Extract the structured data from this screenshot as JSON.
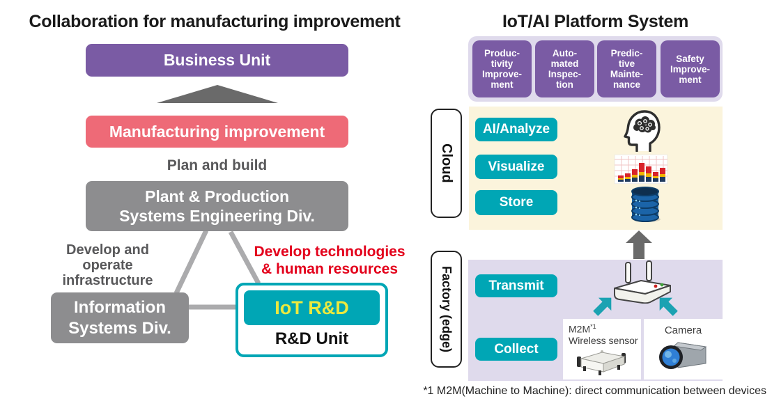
{
  "colors": {
    "purple": "#7A5BA4",
    "lavender": "#DFDAEC",
    "coral": "#EE6A77",
    "red_text": "#E3001B",
    "gray_box": "#8D8D8F",
    "gray_text": "#58585A",
    "line_gray": "#ABABAD",
    "arrow_gray": "#6A6A6A",
    "teal": "#00A6B5",
    "yellow": "#EBE93E",
    "cream": "#FBF4DC",
    "ink": "#1A1A1A"
  },
  "left": {
    "title": "Collaboration for manufacturing improvement",
    "business_unit_label": "Business Unit",
    "manufacturing_label": "Manufacturing improvement",
    "plan_and_build_label": "Plan and build",
    "plant_div_label": "Plant & Production\nSystems Engineering Div.",
    "develop_infra_label": "Develop and\noperate\ninfrastructure",
    "develop_tech_label": "Develop technologies\n& human resources",
    "info_systems_label": "Information\nSystems Div.",
    "iot_rd_label": "IoT R&D",
    "rd_unit_label": "R&D Unit"
  },
  "right": {
    "title": "IoT/AI Platform System",
    "apps": [
      {
        "label": "Produc-\ntivity\nImprove-\nment"
      },
      {
        "label": "Auto-\nmated\nInspec-\ntion"
      },
      {
        "label": "Predic-\ntive\nMainte-\nnance"
      },
      {
        "label": "Safety\nImprove-\nment"
      }
    ],
    "cloud": {
      "section_label": "Cloud",
      "buttons": [
        {
          "label": "AI/Analyze"
        },
        {
          "label": "Visualize"
        },
        {
          "label": "Store"
        }
      ],
      "icons": [
        "ai-head-icon",
        "bar-chart-icon",
        "database-icon"
      ]
    },
    "factory": {
      "section_label": "Factory (edge)",
      "buttons": [
        {
          "label": "Transmit"
        },
        {
          "label": "Collect"
        }
      ],
      "gateway_icon": "iot-gateway-icon",
      "m2m_label": "M2M",
      "m2m_sup": "*1",
      "m2m_sub": "Wireless sensor",
      "camera_label": "Camera"
    },
    "footnote": "*1 M2M(Machine to Machine): direct communication between devices"
  }
}
